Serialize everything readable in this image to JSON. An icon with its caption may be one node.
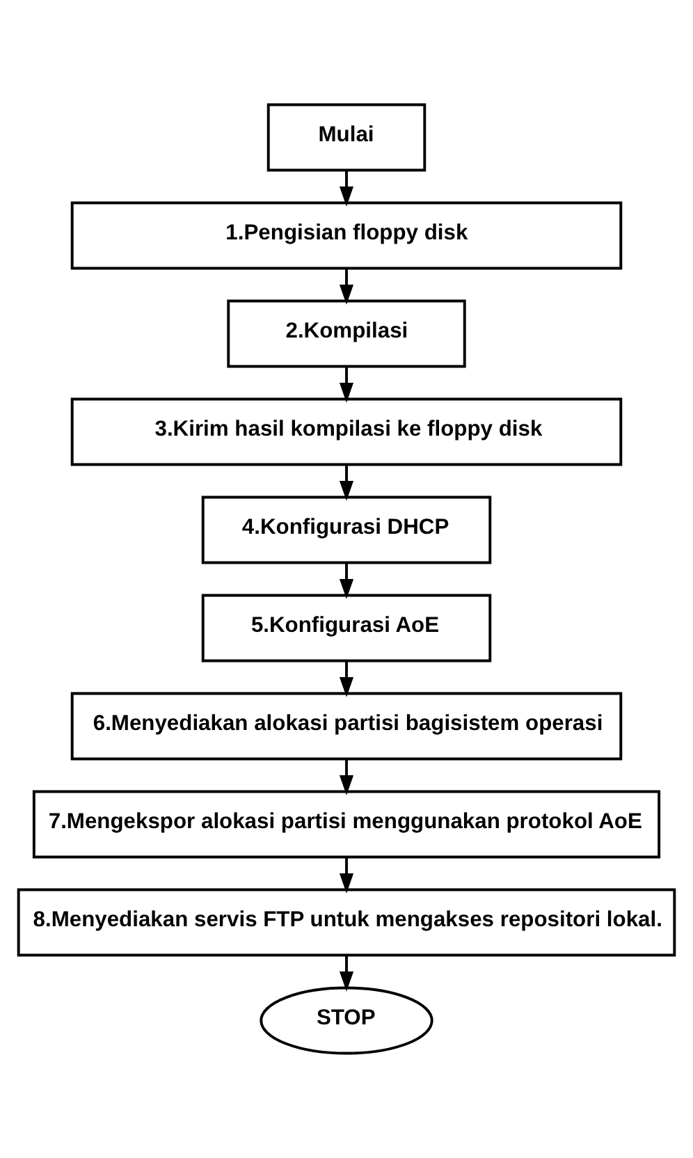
{
  "diagram": {
    "nodes": [
      {
        "text": [
          "Mulai"
        ]
      },
      {
        "text": [
          "1.Pengisian floppy disk"
        ]
      },
      {
        "text": [
          "2.Kompilasi"
        ]
      },
      {
        "text": [
          "3.Kirim hasil kompilasi ke floppy disk"
        ]
      },
      {
        "text": [
          "4.Konfigurasi DHCP"
        ]
      },
      {
        "text": [
          "5.Konfigurasi AoE"
        ]
      },
      {
        "text": [
          "6.Menyediakan alokasi partisi bagisistem operasi"
        ]
      },
      {
        "text": [
          "7.Mengekspor alokasi partisi menggunakan protokol AoE"
        ]
      },
      {
        "text": [
          "8.Menyediakan servis FTP untuk mengakses repositori lokal."
        ]
      },
      {
        "text": [
          "STOP"
        ]
      }
    ],
    "edges": [
      {
        "from": 0,
        "to": 1,
        "arrow": "to"
      },
      {
        "from": 1,
        "to": 2,
        "arrow": "to"
      },
      {
        "from": 2,
        "to": 3,
        "arrow": "to"
      },
      {
        "from": 3,
        "to": 4,
        "arrow": "to"
      },
      {
        "from": 4,
        "to": 5,
        "arrow": "to"
      },
      {
        "from": 5,
        "to": 6,
        "arrow": "to"
      },
      {
        "from": 6,
        "to": 7,
        "arrow": "to"
      },
      {
        "from": 7,
        "to": 8,
        "arrow": "to"
      },
      {
        "from": 8,
        "to": 9,
        "arrow": "to"
      }
    ]
  }
}
